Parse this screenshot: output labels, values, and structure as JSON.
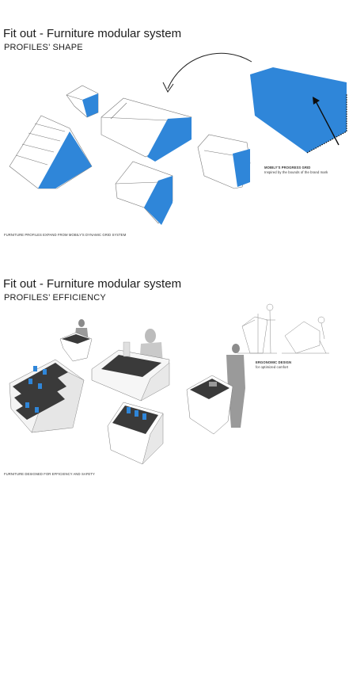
{
  "section1": {
    "title": "Fit out - Furniture modular system",
    "subtitle": "PROFILES’ SHAPE",
    "grid_note_title": "MOBILY'S PROGRESS GRID",
    "grid_note_text": "Inspired by the bounds of the brand mark",
    "caption": "FURNITURE PROFILES EXPAND FROM MOBILY'S DYNAMIC GRID SYSTEM",
    "accent_color": "#2f86d9"
  },
  "section2": {
    "title": "Fit out - Furniture modular system",
    "subtitle": "PROFILES’ EFFICIENCY",
    "ergo_title": "ERGONOMIC DESIGN",
    "ergo_text": "for optimized comfort",
    "caption": "FURNITURE DESIGNED FOR EFFICIENCY AND SAFETY"
  }
}
